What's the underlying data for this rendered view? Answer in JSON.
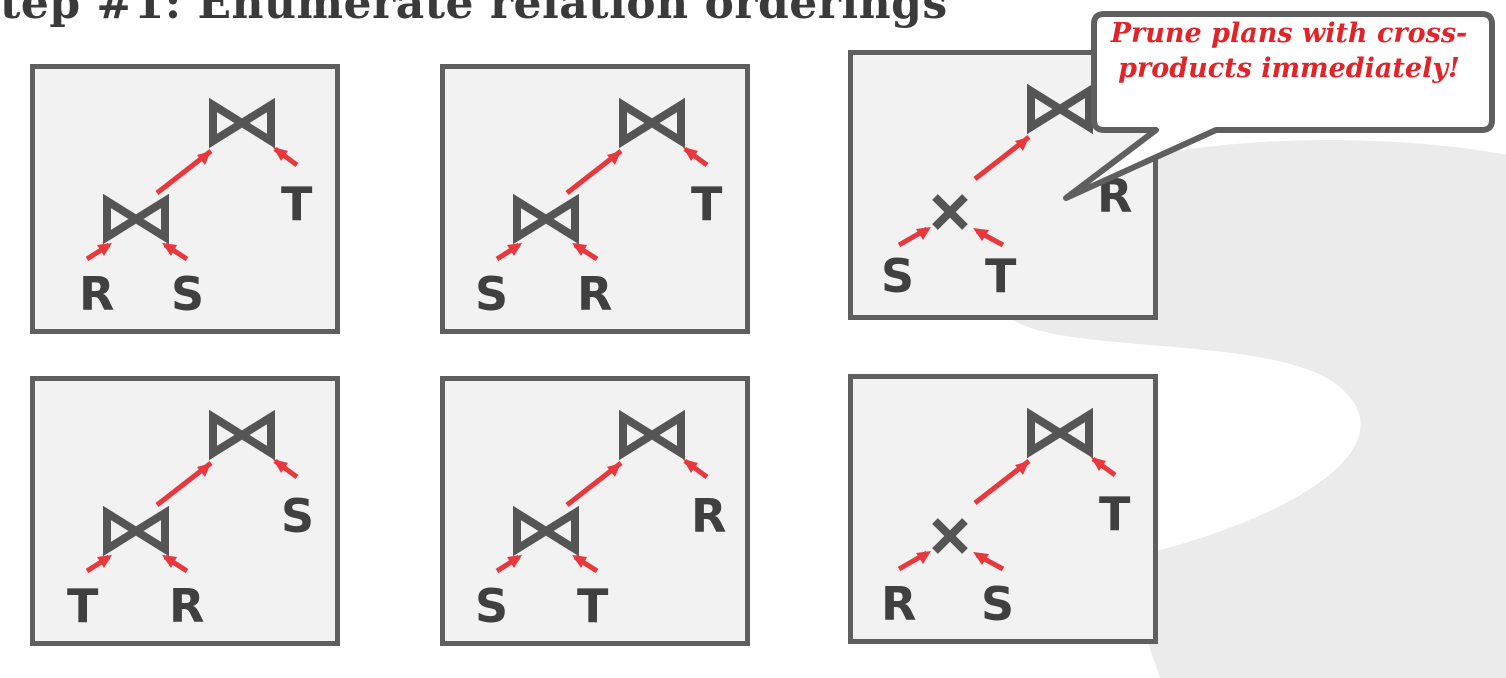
{
  "title": "tep #1: Enumerate relation orderings",
  "colors": {
    "edge": "#e8383d",
    "operator": "#555555",
    "border": "#5f5f5f",
    "panel": "#f2f2f2",
    "callout_text": "#e0242a"
  },
  "plans": [
    {
      "root": "join",
      "child": "join",
      "top_relation": "T",
      "leaves": [
        "R",
        "S"
      ]
    },
    {
      "root": "join",
      "child": "join",
      "top_relation": "T",
      "leaves": [
        "S",
        "R"
      ]
    },
    {
      "root": "join",
      "child": "cross-product",
      "top_relation": "R",
      "leaves": [
        "S",
        "T"
      ]
    },
    {
      "root": "join",
      "child": "join",
      "top_relation": "S",
      "leaves": [
        "T",
        "R"
      ]
    },
    {
      "root": "join",
      "child": "join",
      "top_relation": "R",
      "leaves": [
        "S",
        "T"
      ]
    },
    {
      "root": "join",
      "child": "cross-product",
      "top_relation": "T",
      "leaves": [
        "R",
        "S"
      ]
    }
  ],
  "callout": {
    "text": "Prune plans with cross-products immediately!"
  }
}
